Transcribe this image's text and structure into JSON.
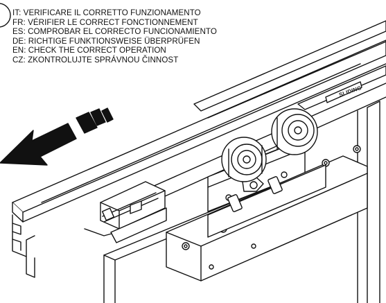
{
  "instructions": [
    "IT:  VERIFICARE IL CORRETTO FUNZIONAMENTO",
    "FR: VÉRIFIER LE CORRECT FONCTIONNEMENT",
    "ES: COMPROBAR EL CORRECTO FUNCIONAMIENTO",
    "DE: RICHTIGE FUNKTIONSWEISE ÜBERPRÜFEN",
    "EN: CHECK THE CORRECT OPERATION",
    "CZ: ZKONTROLUJTE SPRÁVNOU ČINNOST"
  ],
  "brand_mark": "SLIDING",
  "arrow": {
    "icon": "dashed-arrow-left-icon",
    "direction": "left-down"
  },
  "colors": {
    "line": "#111111",
    "paper": "#ffffff",
    "shade": "#d9d9d9"
  }
}
